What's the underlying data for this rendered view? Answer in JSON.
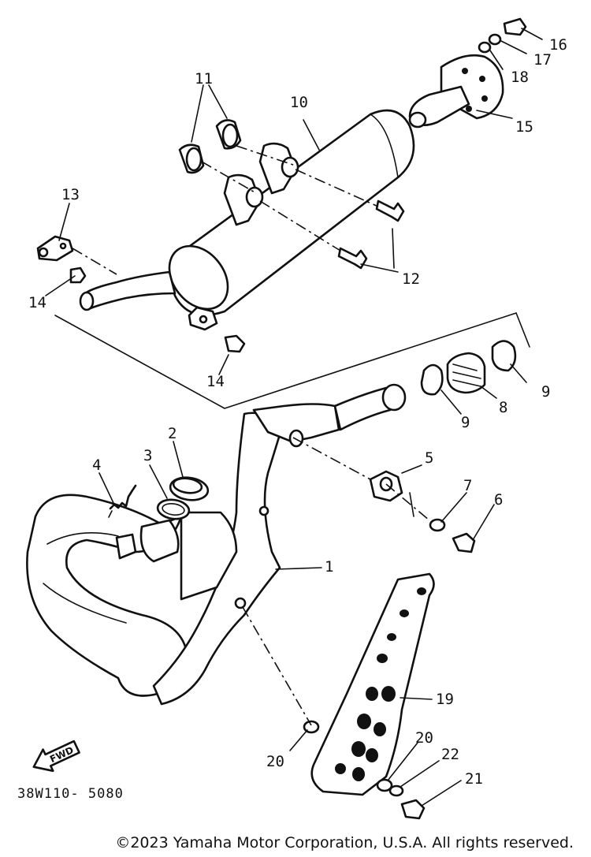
{
  "diagram": {
    "callouts": {
      "n1": "1",
      "n2": "2",
      "n3": "3",
      "n4": "4",
      "n5": "5",
      "n6": "6",
      "n7": "7",
      "n8": "8",
      "n9a": "9",
      "n9b": "9",
      "n10": "10",
      "n11": "11",
      "n12": "12",
      "n13": "13",
      "n14a": "14",
      "n14b": "14",
      "n15": "15",
      "n16": "16",
      "n17": "17",
      "n18": "18",
      "n19": "19",
      "n20a": "20",
      "n20b": "20",
      "n21": "21",
      "n22": "22"
    },
    "reference_code": "38W110- 5080",
    "fwd_label": "FWD"
  },
  "footer": {
    "copyright": "©2023 Yamaha Motor Corporation, U.S.A. All rights reserved."
  }
}
